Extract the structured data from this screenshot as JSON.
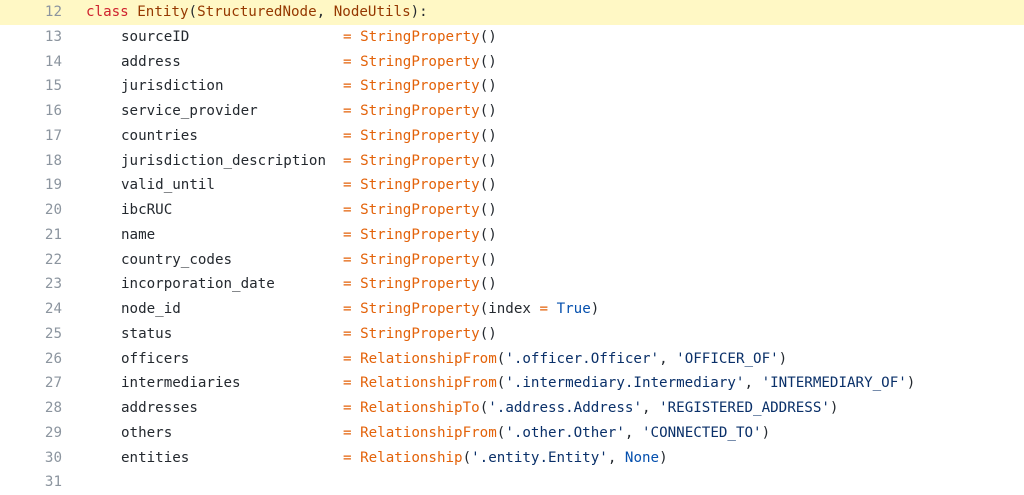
{
  "expander": {
    "label": "•••"
  },
  "header": {
    "number": "12",
    "keyword": "class",
    "name": "Entity",
    "open": "(",
    "base1": "StructuredNode",
    "comma": ", ",
    "base2": "NodeUtils",
    "close": "):"
  },
  "lines": [
    {
      "number": "13",
      "name": "sourceID",
      "eq": "=",
      "callee": "StringProperty",
      "args": "()"
    },
    {
      "number": "14",
      "name": "address",
      "eq": "=",
      "callee": "StringProperty",
      "args": "()"
    },
    {
      "number": "15",
      "name": "jurisdiction",
      "eq": "=",
      "callee": "StringProperty",
      "args": "()"
    },
    {
      "number": "16",
      "name": "service_provider",
      "eq": "=",
      "callee": "StringProperty",
      "args": "()"
    },
    {
      "number": "17",
      "name": "countries",
      "eq": "=",
      "callee": "StringProperty",
      "args": "()"
    },
    {
      "number": "18",
      "name": "jurisdiction_description",
      "eq": "=",
      "callee": "StringProperty",
      "args": "()"
    },
    {
      "number": "19",
      "name": "valid_until",
      "eq": "=",
      "callee": "StringProperty",
      "args": "()"
    },
    {
      "number": "20",
      "name": "ibcRUC",
      "eq": "=",
      "callee": "StringProperty",
      "args": "()"
    },
    {
      "number": "21",
      "name": "name",
      "eq": "=",
      "callee": "StringProperty",
      "args": "()"
    },
    {
      "number": "22",
      "name": "country_codes",
      "eq": "=",
      "callee": "StringProperty",
      "args": "()"
    },
    {
      "number": "23",
      "name": "incorporation_date",
      "eq": "=",
      "callee": "StringProperty",
      "args": "()"
    },
    {
      "number": "24",
      "name": "node_id",
      "eq": "=",
      "callee": "StringProperty",
      "args_open": "(index ",
      "args_eq": "=",
      "args_sp": " ",
      "args_const": "True",
      "args_close": ")"
    },
    {
      "number": "25",
      "name": "status",
      "eq": "=",
      "callee": "StringProperty",
      "args": "()"
    },
    {
      "number": "26",
      "name": "officers",
      "eq": "=",
      "callee": "RelationshipFrom",
      "p_open": "(",
      "arg1": "'.officer.Officer'",
      "sep": ", ",
      "arg2": "'OFFICER_OF'",
      "p_close": ")"
    },
    {
      "number": "27",
      "name": "intermediaries",
      "eq": "=",
      "callee": "RelationshipFrom",
      "p_open": "(",
      "arg1": "'.intermediary.Intermediary'",
      "sep": ", ",
      "arg2": "'INTERMEDIARY_OF'",
      "p_close": ")"
    },
    {
      "number": "28",
      "name": "addresses",
      "eq": "=",
      "callee": "RelationshipTo",
      "p_open": "(",
      "arg1": "'.address.Address'",
      "sep": ", ",
      "arg2": "'REGISTERED_ADDRESS'",
      "p_close": ")"
    },
    {
      "number": "29",
      "name": "others",
      "eq": "=",
      "callee": "RelationshipFrom",
      "p_open": "(",
      "arg1": "'.other.Other'",
      "sep": ", ",
      "arg2": "'CONNECTED_TO'",
      "p_close": ")"
    },
    {
      "number": "30",
      "name": "entities",
      "eq": "=",
      "callee": "Relationship",
      "p_open": "(",
      "arg1": "'.entity.Entity'",
      "sep": ", ",
      "const2": "None",
      "p_close": ")"
    }
  ],
  "last_line": {
    "number": "31"
  }
}
